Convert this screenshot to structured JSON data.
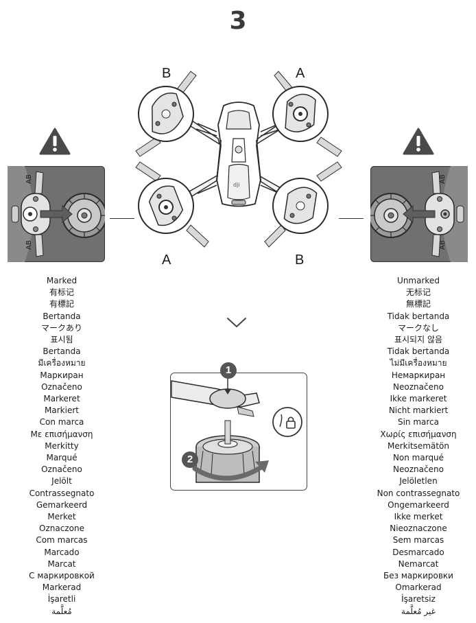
{
  "step_number": "3",
  "propeller_labels": {
    "top_left": "B",
    "top_right": "A",
    "bottom_left": "A",
    "bottom_right": "B"
  },
  "step_markers": [
    "1",
    "2"
  ],
  "icons": {
    "warning": "warning-triangle-icon",
    "down": "chevron-down-icon",
    "lock": "lock-icon"
  },
  "colors": {
    "panel_bg": "#6b6b6b",
    "warning": "#4a4a4a",
    "arrow": "#6a6a6a",
    "marker": "#555555"
  },
  "marked_labels": [
    "Marked",
    "有标记",
    "有標記",
    "Bertanda",
    "マークあり",
    "표시됨",
    "Bertanda",
    "มีเครื่องหมาย",
    "Маркиран",
    "Označeno",
    "Markeret",
    "Markiert",
    "Con marca",
    "Με επισήμανση",
    "Merkitty",
    "Marqué",
    "Označeno",
    "Jelölt",
    "Contrassegnato",
    "Gemarkeerd",
    "Merket",
    "Oznaczone",
    "Com marcas",
    "Marcado",
    "Marcat",
    "С маркировкой",
    "Markerad",
    "İşaretli",
    "مُعلَّمة"
  ],
  "unmarked_labels": [
    "Unmarked",
    "无标记",
    "無標記",
    "Tidak bertanda",
    "マークなし",
    "표시되지 않음",
    "Tidak bertanda",
    "ไม่มีเครื่องหมาย",
    "Немаркиран",
    "Neoznačeno",
    "Ikke markeret",
    "Nicht markiert",
    "Sin marca",
    "Χωρίς επισήμανση",
    "Merkitsemätön",
    "Non marqué",
    "Neoznačeno",
    "Jelöletlen",
    "Non contrassegnato",
    "Ongemarkeerd",
    "Ikke merket",
    "Nieoznaczone",
    "Sem marcas",
    "Desmarcado",
    "Nemarcat",
    "Без маркировки",
    "Omarkerad",
    "İşaretsiz",
    "غير مُعلَّمة"
  ]
}
